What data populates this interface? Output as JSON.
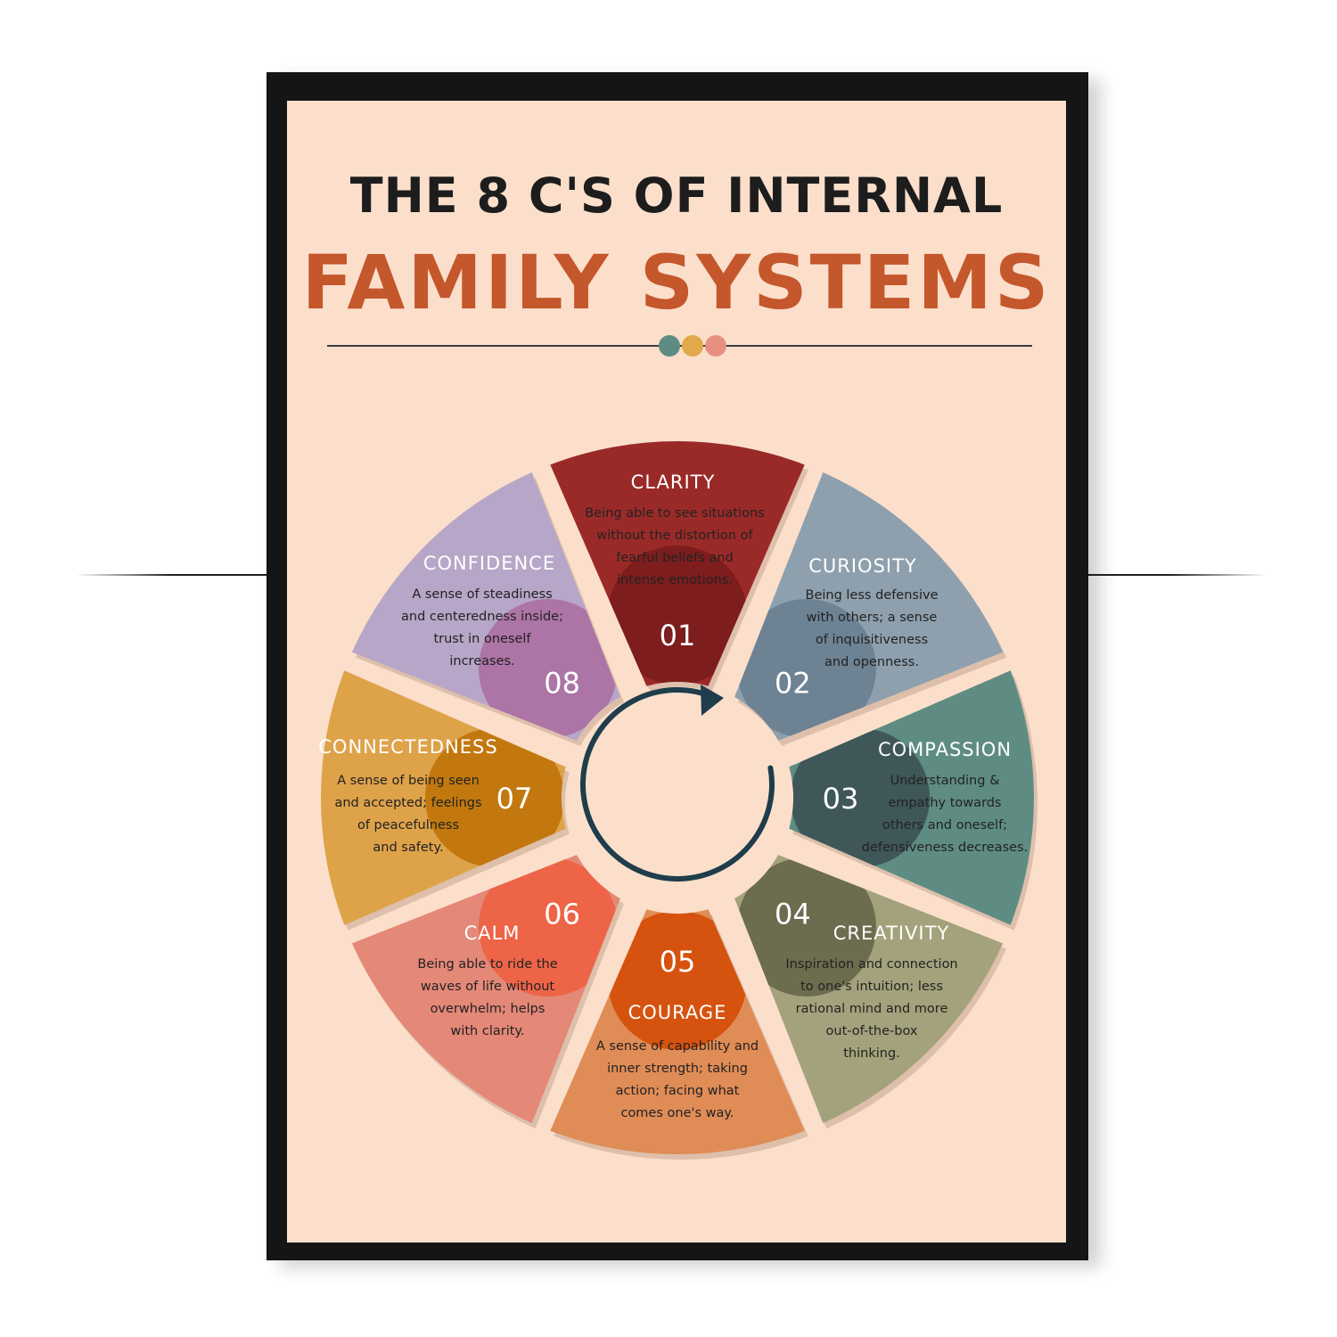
{
  "title": {
    "line1": "THE 8 C'S OF INTERNAL",
    "line2": "FAMILY SYSTEMS"
  },
  "divider_dot_colors": [
    "#5e8c83",
    "#e0a94a",
    "#e8907f"
  ],
  "segments": [
    {
      "number": "01",
      "name": "CLARITY",
      "color": "#9a2a28",
      "accent": "#7e1d1d",
      "desc": [
        "Being able to see situations",
        "without the distortion of",
        "fearful beliefs and",
        "intense emotions."
      ]
    },
    {
      "number": "02",
      "name": "CURIOSITY",
      "color": "#8ea0ad",
      "accent": "#6d8293",
      "desc": [
        "Being less defensive",
        "with others; a sense",
        "of inquisitiveness",
        "and openness."
      ]
    },
    {
      "number": "03",
      "name": "COMPASSION",
      "color": "#5e8c83",
      "accent": "#3f5758",
      "desc": [
        "Understanding &",
        "empathy towards",
        "others and oneself;",
        "defensiveness decreases."
      ]
    },
    {
      "number": "04",
      "name": "CREATIVITY",
      "color": "#a4a27c",
      "accent": "#6c6d4f",
      "desc": [
        "Inspiration and connection",
        "to one's intuition; less",
        "rational mind and more",
        "out-of-the-box",
        "thinking."
      ]
    },
    {
      "number": "05",
      "name": "COURAGE",
      "color": "#e08c56",
      "accent": "#d5520f",
      "desc": [
        "A sense of capability and",
        "inner strength; taking",
        "action; facing what",
        "comes one's way."
      ]
    },
    {
      "number": "06",
      "name": "CALM",
      "color": "#e48878",
      "accent": "#ee6447",
      "desc": [
        "Being able to ride the",
        "waves of life without",
        "overwhelm; helps",
        "with clarity."
      ]
    },
    {
      "number": "07",
      "name": "CONNECTEDNESS",
      "color": "#dea249",
      "accent": "#c2780e",
      "desc": [
        "A sense of being seen",
        "and accepted; feelings",
        "of peacefulness",
        "and safety."
      ]
    },
    {
      "number": "08",
      "name": "CONFIDENCE",
      "color": "#b7a6c7",
      "accent": "#ad74a6",
      "desc": [
        "A sense of steadiness",
        "and centeredness inside;",
        "trust in oneself",
        "increases."
      ]
    }
  ],
  "arrow_color": "#1f3d4b"
}
